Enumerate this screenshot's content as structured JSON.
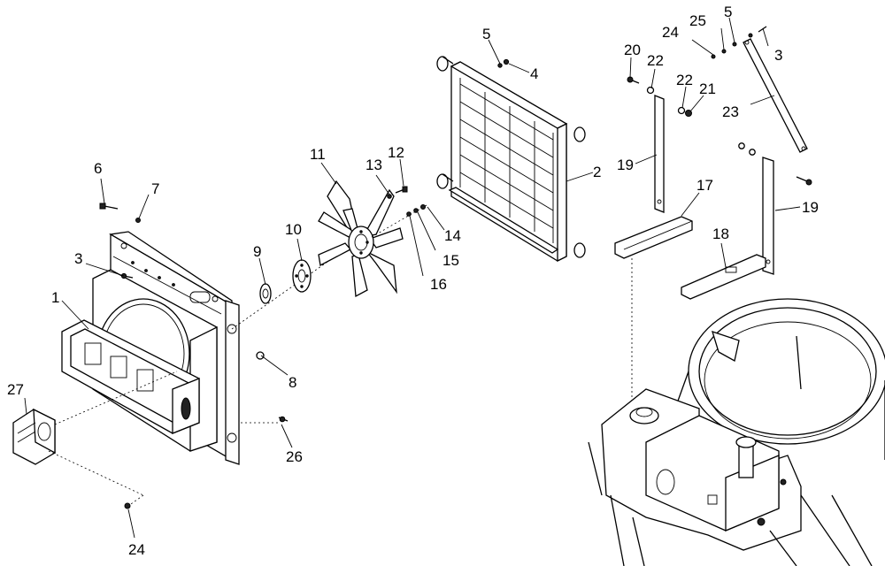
{
  "callouts": {
    "c1": "1",
    "c2": "2",
    "c3a": "3",
    "c3b": "3",
    "c4": "4",
    "c5a": "5",
    "c5b": "5",
    "c6": "6",
    "c7": "7",
    "c8": "8",
    "c9": "9",
    "c10": "10",
    "c11": "11",
    "c12": "12",
    "c13": "13",
    "c14": "14",
    "c15": "15",
    "c16": "16",
    "c17": "17",
    "c18": "18",
    "c19a": "19",
    "c19b": "19",
    "c20": "20",
    "c21": "21",
    "c22a": "22",
    "c22b": "22",
    "c23": "23",
    "c24a": "24",
    "c24b": "24",
    "c25": "25",
    "c26": "26",
    "c27": "27"
  }
}
